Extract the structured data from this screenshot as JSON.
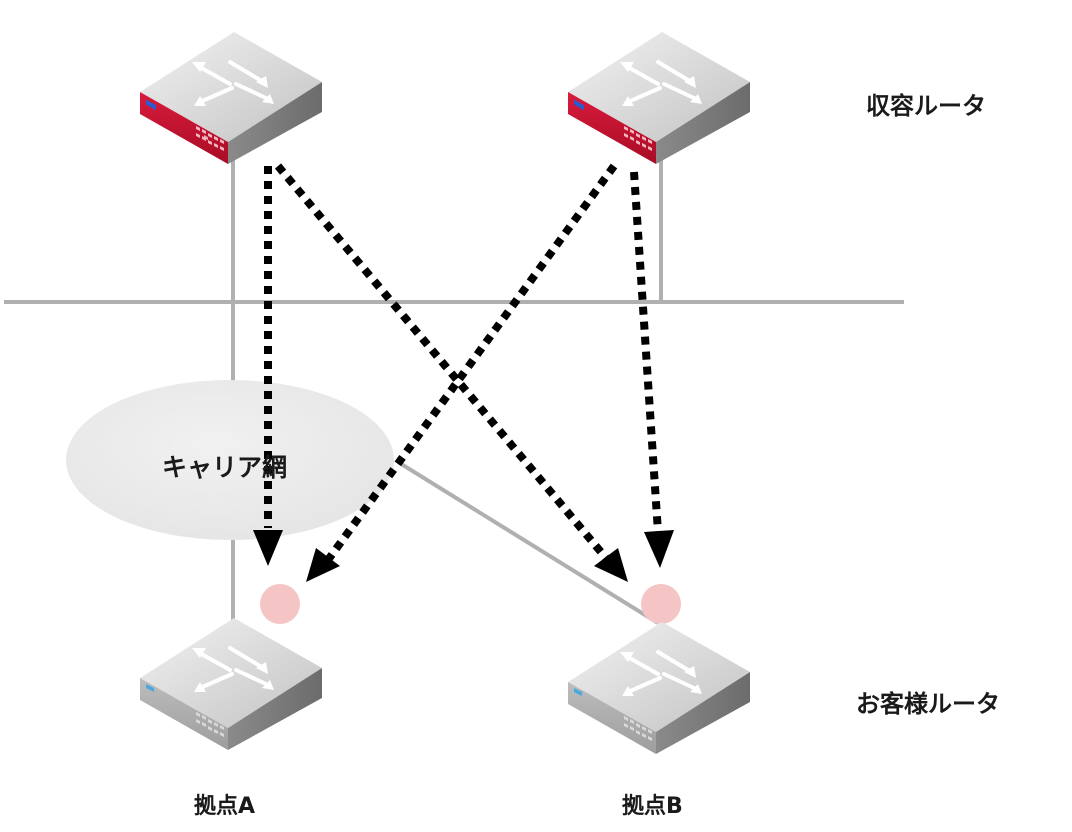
{
  "labels": {
    "core_router": "収容ルータ",
    "customer_router": "お客様ルータ",
    "site_a": "拠点A",
    "site_b": "拠点B",
    "carrier_network": "キャリア網"
  },
  "colors": {
    "core_router_accent": "#c8102e",
    "customer_router_body": "#c9c9c9",
    "link_line": "#b0b0b0",
    "traffic_arrow": "#000000",
    "carrier_cloud": "#ececec",
    "endpoint_dot": "#f5c4c4"
  },
  "icons": {
    "core_router": "router-icon",
    "customer_router": "router-icon",
    "arrow_direction": "arrows-four-way-icon"
  }
}
